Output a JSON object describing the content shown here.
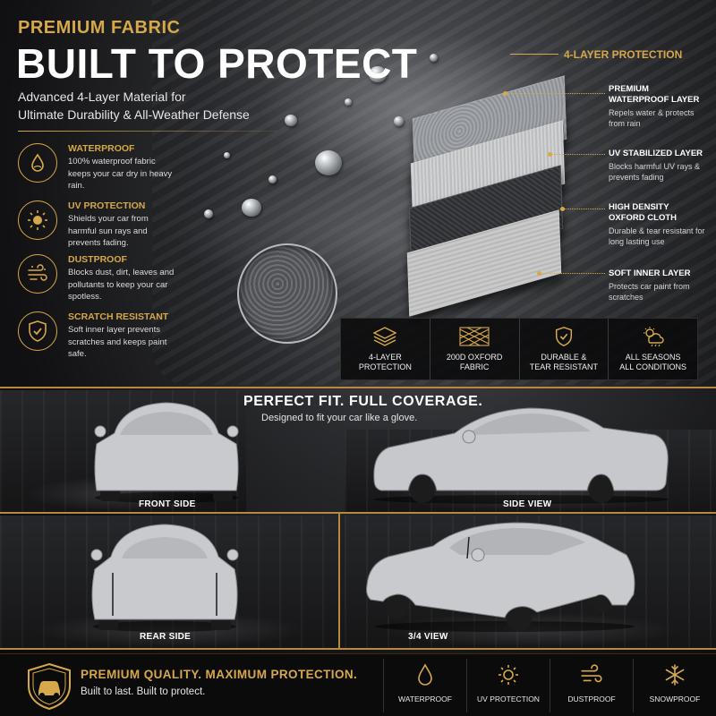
{
  "hero": {
    "kicker": "PREMIUM FABRIC",
    "title": "BUILT TO PROTECT",
    "subtitle_line1": "Advanced 4-Layer Material for",
    "subtitle_line2": "Ultimate Durability & All-Weather Defense"
  },
  "features": [
    {
      "icon": "water-drop-icon",
      "title": "WATERPROOF",
      "desc": "100% waterproof fabric keeps your car dry in heavy rain."
    },
    {
      "icon": "sun-icon",
      "title": "UV PROTECTION",
      "desc": "Shields your car from harmful sun rays and prevents fading."
    },
    {
      "icon": "wind-icon",
      "title": "DUSTPROOF",
      "desc": "Blocks dust, dirt, leaves and pollutants to keep your car spotless."
    },
    {
      "icon": "shield-check-icon",
      "title": "SCRATCH RESISTANT",
      "desc": "Soft inner layer prevents scratches and keeps paint safe."
    }
  ],
  "layers": {
    "title": "4-LAYER PROTECTION",
    "items": [
      {
        "title_line1": "PREMIUM",
        "title_line2": "WATERPROOF LAYER",
        "desc": "Repels water & protects from rain"
      },
      {
        "title_line1": "UV STABILIZED LAYER",
        "title_line2": "",
        "desc": "Blocks harmful UV rays & prevents fading"
      },
      {
        "title_line1": "HIGH DENSITY",
        "title_line2": "OXFORD CLOTH",
        "desc": "Durable & tear resistant for long lasting use"
      },
      {
        "title_line1": "SOFT INNER LAYER",
        "title_line2": "",
        "desc": "Protects car paint from scratches"
      }
    ]
  },
  "badges": [
    {
      "icon": "layers-icon",
      "line1": "4-LAYER",
      "line2": "PROTECTION"
    },
    {
      "icon": "fabric-weave-icon",
      "line1": "200D OXFORD",
      "line2": "FABRIC"
    },
    {
      "icon": "shield-check-icon",
      "line1": "DURABLE &",
      "line2": "TEAR RESISTANT"
    },
    {
      "icon": "weather-icon",
      "line1": "ALL SEASONS",
      "line2": "ALL CONDITIONS"
    }
  ],
  "fit": {
    "title": "PERFECT FIT. FULL COVERAGE.",
    "subtitle": "Designed to fit your car like a glove."
  },
  "views": {
    "front": "FRONT SIDE",
    "side": "SIDE VIEW",
    "rear": "REAR SIDE",
    "three_quarter": "3/4 VIEW"
  },
  "bottom": {
    "title": "PREMIUM QUALITY. MAXIMUM PROTECTION.",
    "subtitle": "Built to last. Built to protect.",
    "icons": [
      {
        "icon": "water-drop-icon",
        "label": "WATERPROOF"
      },
      {
        "icon": "sun-icon",
        "label": "UV PROTECTION"
      },
      {
        "icon": "wind-icon",
        "label": "DUSTPROOF"
      },
      {
        "icon": "snowflake-icon",
        "label": "SNOWPROOF"
      }
    ]
  },
  "colors": {
    "accent": "#d6a84a",
    "background": "#0c0c0d",
    "cover": "#c8cacd"
  }
}
